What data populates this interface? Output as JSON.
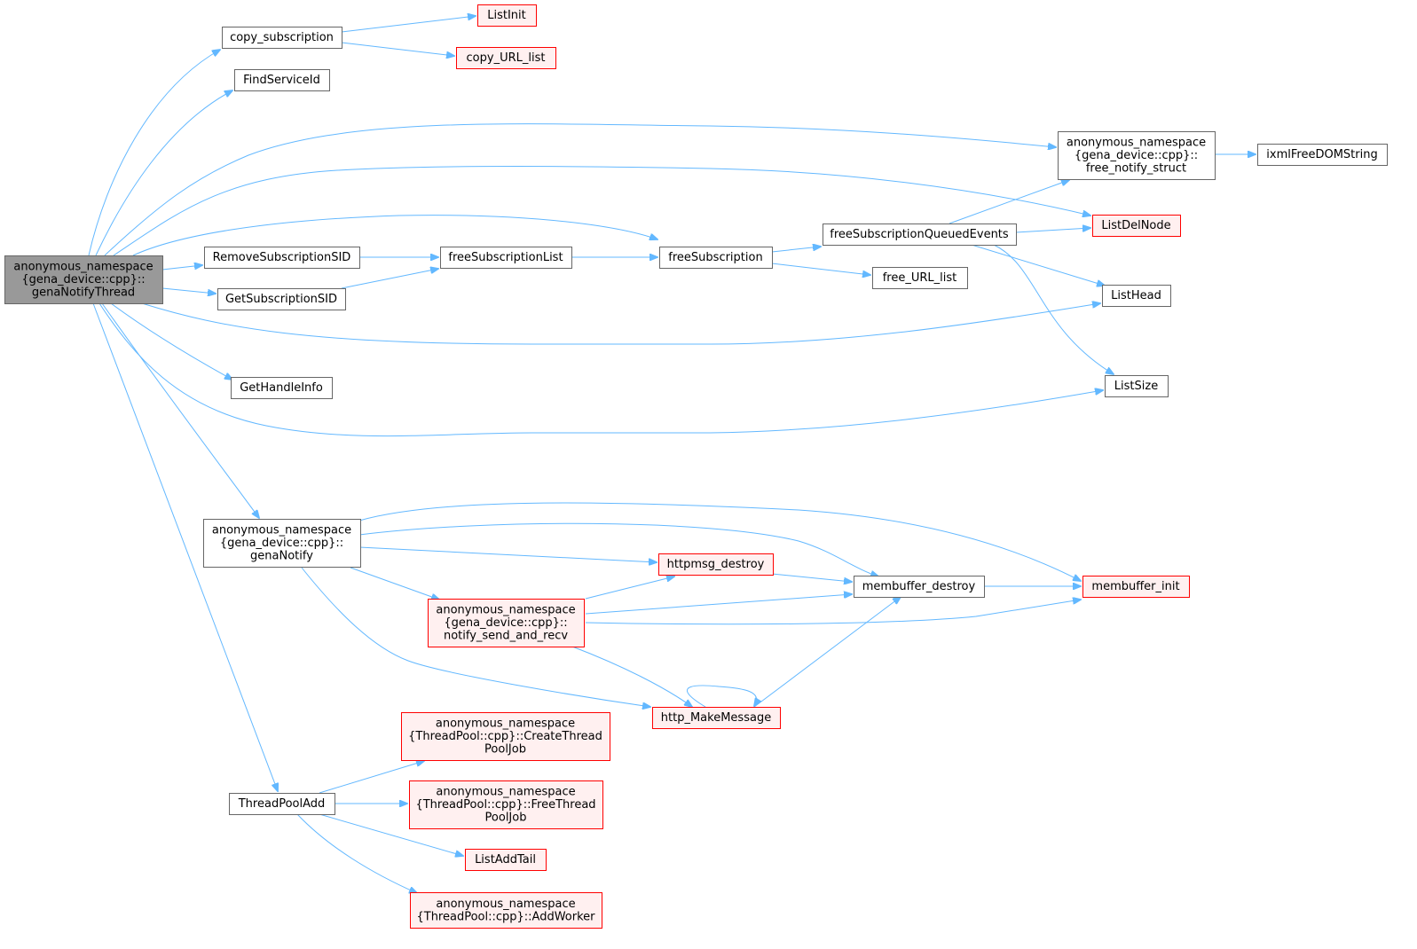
{
  "colors": {
    "edge": "#63b8ff",
    "node_border": "#666666",
    "node_border_red": "#ff0000",
    "node_fill_red": "#fff0f0",
    "root_fill": "#999999"
  },
  "nodes": [
    {
      "id": "root",
      "lines": [
        "anonymous_namespace",
        "{gena_device::cpp}::",
        "genaNotifyThread"
      ],
      "style": "root"
    },
    {
      "id": "copy_subscription",
      "lines": [
        "copy_subscription"
      ],
      "style": "normal"
    },
    {
      "id": "ListInit",
      "lines": [
        "ListInit"
      ],
      "style": "red"
    },
    {
      "id": "copy_URL_list",
      "lines": [
        "copy_URL_list"
      ],
      "style": "red"
    },
    {
      "id": "FindServiceId",
      "lines": [
        "FindServiceId"
      ],
      "style": "normal"
    },
    {
      "id": "free_notify_struct",
      "lines": [
        "anonymous_namespace",
        "{gena_device::cpp}::",
        "free_notify_struct"
      ],
      "style": "normal"
    },
    {
      "id": "ixmlFreeDOMString",
      "lines": [
        "ixmlFreeDOMString"
      ],
      "style": "normal"
    },
    {
      "id": "ListDelNode",
      "lines": [
        "ListDelNode"
      ],
      "style": "red"
    },
    {
      "id": "freeSubscriptionQueuedEvents",
      "lines": [
        "freeSubscriptionQueuedEvents"
      ],
      "style": "normal"
    },
    {
      "id": "RemoveSubscriptionSID",
      "lines": [
        "RemoveSubscriptionSID"
      ],
      "style": "normal"
    },
    {
      "id": "freeSubscriptionList",
      "lines": [
        "freeSubscriptionList"
      ],
      "style": "normal"
    },
    {
      "id": "freeSubscription",
      "lines": [
        "freeSubscription"
      ],
      "style": "normal"
    },
    {
      "id": "free_URL_list",
      "lines": [
        "free_URL_list"
      ],
      "style": "normal"
    },
    {
      "id": "GetSubscriptionSID",
      "lines": [
        "GetSubscriptionSID"
      ],
      "style": "normal"
    },
    {
      "id": "ListHead",
      "lines": [
        "ListHead"
      ],
      "style": "normal"
    },
    {
      "id": "GetHandleInfo",
      "lines": [
        "GetHandleInfo"
      ],
      "style": "normal"
    },
    {
      "id": "ListSize",
      "lines": [
        "ListSize"
      ],
      "style": "normal"
    },
    {
      "id": "genaNotify",
      "lines": [
        "anonymous_namespace",
        "{gena_device::cpp}::",
        "genaNotify"
      ],
      "style": "normal"
    },
    {
      "id": "httpmsg_destroy",
      "lines": [
        "httpmsg_destroy"
      ],
      "style": "red"
    },
    {
      "id": "membuffer_destroy",
      "lines": [
        "membuffer_destroy"
      ],
      "style": "normal"
    },
    {
      "id": "membuffer_init",
      "lines": [
        "membuffer_init"
      ],
      "style": "red"
    },
    {
      "id": "notify_send_and_recv",
      "lines": [
        "anonymous_namespace",
        "{gena_device::cpp}::",
        "notify_send_and_recv"
      ],
      "style": "red"
    },
    {
      "id": "http_MakeMessage",
      "lines": [
        "http_MakeMessage"
      ],
      "style": "red"
    },
    {
      "id": "CreateThreadPoolJob",
      "lines": [
        "anonymous_namespace",
        "{ThreadPool::cpp}::CreateThread",
        "PoolJob"
      ],
      "style": "red"
    },
    {
      "id": "ThreadPoolAdd",
      "lines": [
        "ThreadPoolAdd"
      ],
      "style": "normal"
    },
    {
      "id": "FreeThreadPoolJob",
      "lines": [
        "anonymous_namespace",
        "{ThreadPool::cpp}::FreeThread",
        "PoolJob"
      ],
      "style": "red"
    },
    {
      "id": "ListAddTail",
      "lines": [
        "ListAddTail"
      ],
      "style": "red"
    },
    {
      "id": "AddWorker",
      "lines": [
        "anonymous_namespace",
        "{ThreadPool::cpp}::AddWorker"
      ],
      "style": "red"
    }
  ],
  "edges": [
    [
      "root",
      "copy_subscription"
    ],
    [
      "copy_subscription",
      "ListInit"
    ],
    [
      "copy_subscription",
      "copy_URL_list"
    ],
    [
      "root",
      "FindServiceId"
    ],
    [
      "root",
      "free_notify_struct"
    ],
    [
      "free_notify_struct",
      "ixmlFreeDOMString"
    ],
    [
      "root",
      "ListDelNode"
    ],
    [
      "root",
      "freeSubscription"
    ],
    [
      "root",
      "RemoveSubscriptionSID"
    ],
    [
      "RemoveSubscriptionSID",
      "freeSubscriptionList"
    ],
    [
      "freeSubscriptionList",
      "freeSubscription"
    ],
    [
      "freeSubscription",
      "freeSubscriptionQueuedEvents"
    ],
    [
      "freeSubscription",
      "free_URL_list"
    ],
    [
      "freeSubscriptionQueuedEvents",
      "free_notify_struct"
    ],
    [
      "freeSubscriptionQueuedEvents",
      "ListDelNode"
    ],
    [
      "freeSubscriptionQueuedEvents",
      "ListHead"
    ],
    [
      "freeSubscriptionQueuedEvents",
      "ListSize"
    ],
    [
      "root",
      "GetSubscriptionSID"
    ],
    [
      "GetSubscriptionSID",
      "freeSubscriptionList"
    ],
    [
      "root",
      "ListHead"
    ],
    [
      "root",
      "GetHandleInfo"
    ],
    [
      "root",
      "ListSize"
    ],
    [
      "root",
      "genaNotify"
    ],
    [
      "genaNotify",
      "membuffer_init"
    ],
    [
      "genaNotify",
      "membuffer_destroy"
    ],
    [
      "genaNotify",
      "httpmsg_destroy"
    ],
    [
      "genaNotify",
      "notify_send_and_recv"
    ],
    [
      "genaNotify",
      "http_MakeMessage"
    ],
    [
      "httpmsg_destroy",
      "membuffer_destroy"
    ],
    [
      "membuffer_destroy",
      "membuffer_init"
    ],
    [
      "notify_send_and_recv",
      "httpmsg_destroy"
    ],
    [
      "notify_send_and_recv",
      "membuffer_destroy"
    ],
    [
      "notify_send_and_recv",
      "membuffer_init"
    ],
    [
      "notify_send_and_recv",
      "http_MakeMessage"
    ],
    [
      "http_MakeMessage",
      "membuffer_destroy"
    ],
    [
      "http_MakeMessage",
      "http_MakeMessage"
    ],
    [
      "root",
      "ThreadPoolAdd"
    ],
    [
      "ThreadPoolAdd",
      "CreateThreadPoolJob"
    ],
    [
      "ThreadPoolAdd",
      "FreeThreadPoolJob"
    ],
    [
      "ThreadPoolAdd",
      "ListAddTail"
    ],
    [
      "ThreadPoolAdd",
      "AddWorker"
    ]
  ]
}
